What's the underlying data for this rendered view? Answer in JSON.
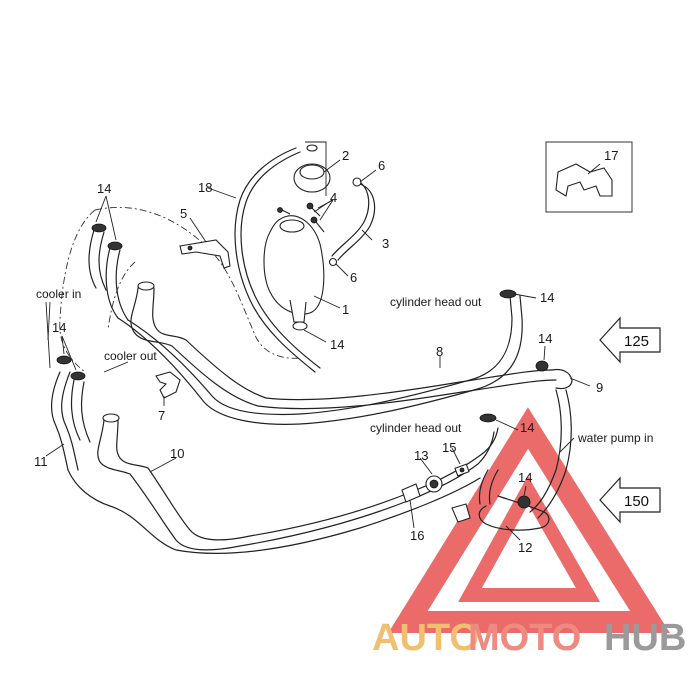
{
  "diagram": {
    "callouts": {
      "c1": "1",
      "c2": "2",
      "c3": "3",
      "c4": "4",
      "c5": "5",
      "c6a": "6",
      "c6b": "6",
      "c7": "7",
      "c8": "8",
      "c9": "9",
      "c10": "10",
      "c11": "11",
      "c12": "12",
      "c13": "13",
      "c14a": "14",
      "c14b": "14",
      "c14c": "14",
      "c14d": "14",
      "c14e": "14",
      "c14f": "14",
      "c14g": "14",
      "c15": "15",
      "c16": "16",
      "c17": "17",
      "c18": "18"
    },
    "labels": {
      "cooler_in": "cooler in",
      "cooler_out": "cooler out",
      "cyl_head_out_1": "cylinder head out",
      "cyl_head_out_2": "cylinder head out",
      "water_pump_in": "water pump in"
    },
    "refs": {
      "ref_125": "125",
      "ref_150": "150"
    }
  },
  "watermark": {
    "part1": "AUTO",
    "part2": "MOTO",
    "part3": "HUB",
    "colors": {
      "auto": "#f0c070",
      "moto": "#ee8a80",
      "hub": "#9a9a9a",
      "triangle": "#e85050"
    }
  }
}
